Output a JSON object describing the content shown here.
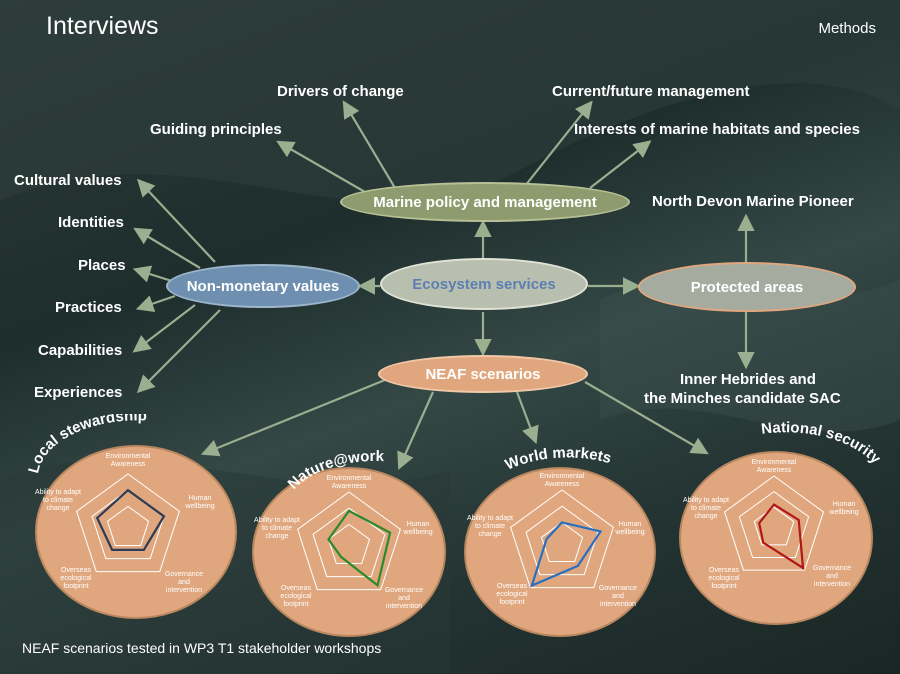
{
  "header": {
    "title": "Interviews",
    "section": "Methods"
  },
  "center": {
    "ecosystem_services": "Ecosystem services"
  },
  "policy": {
    "label": "Marine policy and management",
    "items": [
      "Drivers of change",
      "Guiding principles",
      "Current/future management",
      "Interests of marine habitats and species"
    ]
  },
  "nonmonetary": {
    "label": "Non-monetary values",
    "items": [
      "Cultural values",
      "Identities",
      "Places",
      "Practices",
      "Capabilities",
      "Experiences"
    ]
  },
  "protected": {
    "label": "Protected areas",
    "site1": "North Devon Marine Pioneer",
    "site2_line1": "Inner Hebrides and",
    "site2_line2": "the Minches candidate SAC"
  },
  "neaf": {
    "label": "NEAF scenarios"
  },
  "radar_axes": {
    "env1": "Environmental",
    "env2": "Awareness",
    "hum1": "Human",
    "hum2": "wellbeing",
    "gov1": "Governance",
    "gov2": "and",
    "gov3": "intervention",
    "ovr1": "Overseas",
    "ovr2": "ecological",
    "ovr3": "footprint",
    "ada1": "Ability to adapt",
    "ada2": "to climate",
    "ada3": "change"
  },
  "colors": {
    "oval_fill": "#e0a77f",
    "policy_fill": "#8e9b6f",
    "nonmon_fill": "#6e8fb0",
    "eco_fill": "#b9bfae",
    "protected_fill": "#a6ab9f",
    "arrow": "#9aae90"
  },
  "chart_data": [
    {
      "type": "radar",
      "title": "Local stewardship",
      "axes": [
        "Environmental Awareness",
        "Human wellbeing",
        "Governance and intervention",
        "Overseas ecological footprint",
        "Ability to adapt to climate change"
      ],
      "values": [
        0.7,
        0.7,
        0.5,
        0.5,
        0.6
      ],
      "max": 1,
      "color": "#2e3b57"
    },
    {
      "type": "radar",
      "title": "Nature@work",
      "axes": [
        "Environmental Awareness",
        "Human wellbeing",
        "Governance and intervention",
        "Overseas ecological footprint",
        "Ability to adapt to climate change"
      ],
      "values": [
        0.65,
        0.8,
        0.9,
        0.25,
        0.4
      ],
      "max": 1,
      "color": "#2a8a2a"
    },
    {
      "type": "radar",
      "title": "World markets",
      "axes": [
        "Environmental Awareness",
        "Human wellbeing",
        "Governance and intervention",
        "Overseas ecological footprint",
        "Ability to adapt to climate change"
      ],
      "values": [
        0.4,
        0.75,
        0.5,
        0.95,
        0.3
      ],
      "max": 1,
      "color": "#2a6fbf"
    },
    {
      "type": "radar",
      "title": "National security",
      "axes": [
        "Environmental Awareness",
        "Human wellbeing",
        "Governance and intervention",
        "Overseas ecological footprint",
        "Ability to adapt to climate change"
      ],
      "values": [
        0.45,
        0.5,
        0.95,
        0.35,
        0.3
      ],
      "max": 1,
      "color": "#b01818"
    }
  ],
  "caption": "NEAF scenarios tested in WP3 T1 stakeholder workshops"
}
